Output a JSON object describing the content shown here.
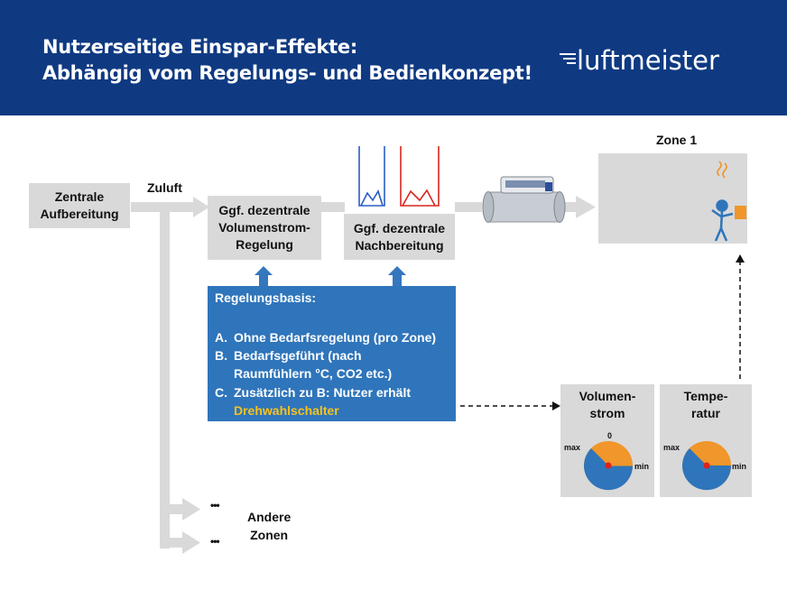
{
  "header": {
    "title_line1": "Nutzerseitige Einspar-Effekte:",
    "title_line2": "Abhängig vom Regelungs- und Bedienkonzept!",
    "logo_text": "luftmeister"
  },
  "nodes": {
    "zentrale_line1": "Zentrale",
    "zentrale_line2": "Aufbereitung",
    "zuluft": "Zuluft",
    "volumen_line1": "Ggf. dezentrale",
    "volumen_line2": "Volumenstrom-",
    "volumen_line3": "Regelung",
    "nachbereitung_line1": "Ggf. dezentrale",
    "nachbereitung_line2": "Nachbereitung",
    "zone_label": "Zone 1",
    "other_dots_1": "•••",
    "other_dots_2": "•••",
    "other_zones_line1": "Andere",
    "other_zones_line2": "Zonen"
  },
  "regelungsbasis": {
    "heading": "Regelungsbasis:",
    "a_marker": "A.",
    "a_text": "Ohne Bedarfsregelung (pro Zone)",
    "b_marker": "B.",
    "b_text_line1": "Bedarfsgeführt (nach",
    "b_text_line2": "Raumfühlern °C, CO2 etc.)",
    "c_marker": "C.",
    "c_text_line1": "Zusätzlich zu B: Nutzer erhält",
    "c_text_line2": "Drehwahlschalter"
  },
  "dials": [
    {
      "title_line1": "Volumen-",
      "title_line2": "strom",
      "zero_label": "0",
      "max_label": "max",
      "min_label": "min"
    },
    {
      "title_line1": "Tempe-",
      "title_line2": "ratur",
      "max_label": "max",
      "min_label": "min"
    }
  ],
  "colors": {
    "header_bg": "#0f3a82",
    "box_bg": "#d9d9d9",
    "regel_bg": "#2f75bb",
    "highlight": "#f7c21c",
    "dial_orange": "#f0962a",
    "dial_blue": "#2f75bb",
    "arrow_blue": "#3477bd",
    "heat_red": "#d8261f",
    "cool_blue": "#2a5cc5"
  }
}
